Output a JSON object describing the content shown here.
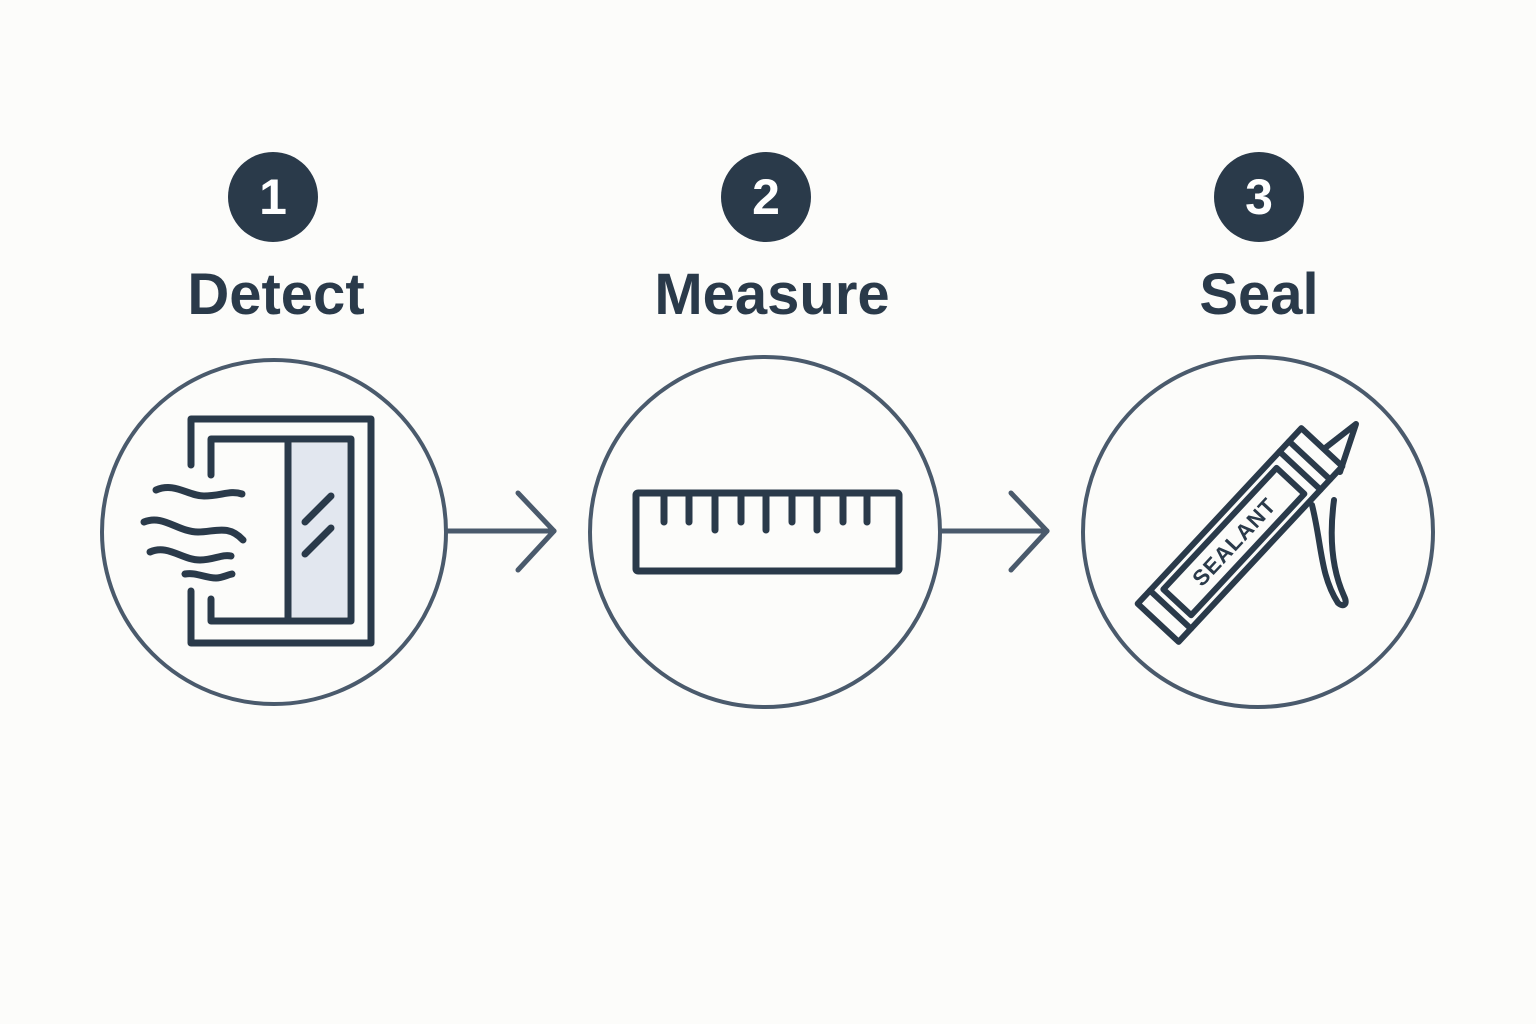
{
  "colors": {
    "background": "#fcfcfa",
    "ink": "#2a3a4a",
    "circle_stroke": "#4a5a6c",
    "glass_fill": "#e2e7ef"
  },
  "steps": [
    {
      "number": "1",
      "title": "Detect",
      "icon": "window-draft-icon"
    },
    {
      "number": "2",
      "title": "Measure",
      "icon": "ruler-icon"
    },
    {
      "number": "3",
      "title": "Seal",
      "icon": "caulk-gun-icon"
    }
  ],
  "sealant_label": "SEALANT"
}
